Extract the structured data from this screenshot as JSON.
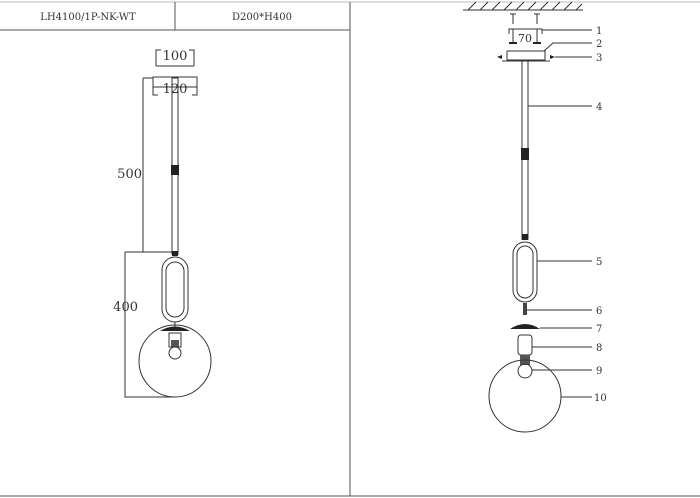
{
  "header": {
    "model": "LH4100/1P-NK-WT",
    "size": "D200*H400"
  },
  "dimensions": {
    "canopy_inner": "100",
    "canopy_outer": "120",
    "rod_length": "500",
    "body_height": "400",
    "bracket_spacing": "70"
  },
  "part_numbers": [
    "1",
    "2",
    "3",
    "4",
    "5",
    "6",
    "7",
    "8",
    "9",
    "10"
  ]
}
